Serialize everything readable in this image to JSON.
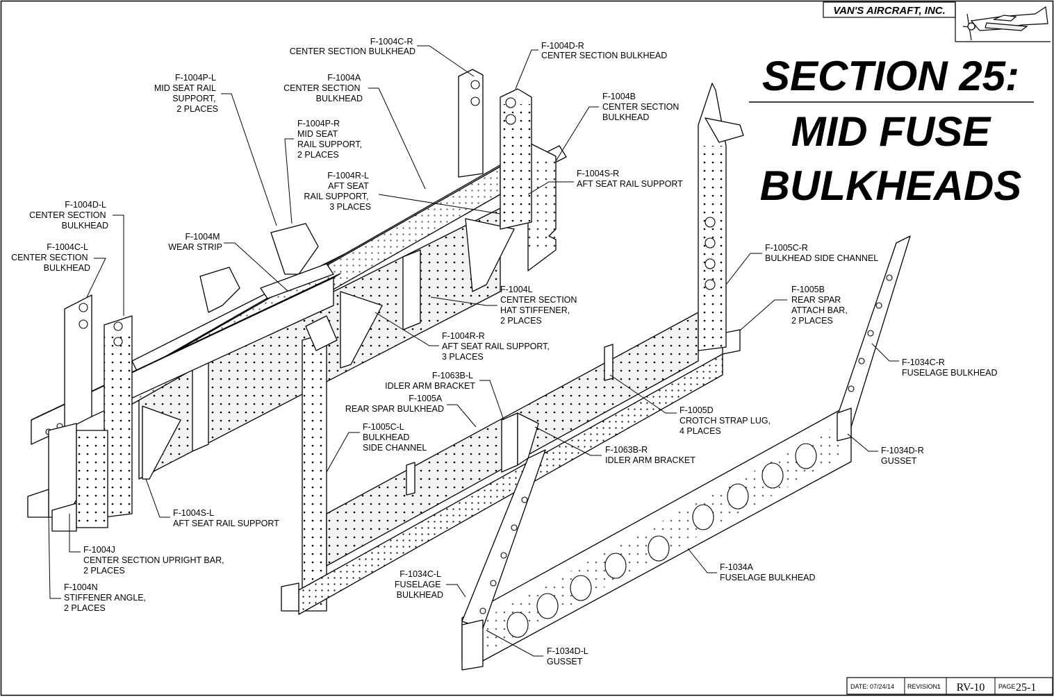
{
  "company": "VAN'S AIRCRAFT, INC.",
  "title": {
    "line1": "SECTION 25:",
    "line2": "MID FUSE",
    "line3": "BULKHEADS"
  },
  "title_block": {
    "date_label": "DATE:",
    "date": "07/24/14",
    "revision_label": "REVISION:",
    "revision": "1",
    "model": "RV-10",
    "page_label": "PAGE",
    "page": "25-1"
  },
  "callouts": [
    {
      "part": "F-1004C-R",
      "lines": [
        "CENTER SECTION BULKHEAD"
      ]
    },
    {
      "part": "F-1004D-R",
      "lines": [
        "CENTER SECTION BULKHEAD"
      ]
    },
    {
      "part": "F-1004A",
      "lines": [
        "CENTER SECTION",
        "BULKHEAD"
      ]
    },
    {
      "part": "F-1004P-L",
      "lines": [
        "MID SEAT RAIL",
        "SUPPORT,",
        "2 PLACES"
      ]
    },
    {
      "part": "F-1004B",
      "lines": [
        "CENTER SECTION",
        "BULKHEAD"
      ]
    },
    {
      "part": "F-1004P-R",
      "lines": [
        "MID SEAT",
        "RAIL SUPPORT,",
        "2 PLACES"
      ]
    },
    {
      "part": "F-1004S-R",
      "lines": [
        "AFT SEAT RAIL SUPPORT"
      ]
    },
    {
      "part": "F-1004R-L",
      "lines": [
        "AFT SEAT",
        "RAIL SUPPORT,",
        "3 PLACES"
      ]
    },
    {
      "part": "F-1004D-L",
      "lines": [
        "CENTER SECTION",
        "BULKHEAD"
      ]
    },
    {
      "part": "F-1004M",
      "lines": [
        "WEAR STRIP"
      ]
    },
    {
      "part": "F-1004C-L",
      "lines": [
        "CENTER SECTION",
        "BULKHEAD"
      ]
    },
    {
      "part": "F-1005C-R",
      "lines": [
        "BULKHEAD SIDE CHANNEL"
      ]
    },
    {
      "part": "F-1005B",
      "lines": [
        "REAR SPAR",
        "ATTACH BAR,",
        "2 PLACES"
      ]
    },
    {
      "part": "F-1004L",
      "lines": [
        "CENTER SECTION",
        "HAT STIFFENER,",
        "2 PLACES"
      ]
    },
    {
      "part": "F-1004R-R",
      "lines": [
        "AFT SEAT RAIL SUPPORT,",
        "3 PLACES"
      ]
    },
    {
      "part": "F-1034C-R",
      "lines": [
        "FUSELAGE BULKHEAD"
      ]
    },
    {
      "part": "F-1063B-L",
      "lines": [
        "IDLER ARM BRACKET"
      ]
    },
    {
      "part": "F-1005A",
      "lines": [
        "REAR SPAR BULKHEAD"
      ]
    },
    {
      "part": "F-1005D",
      "lines": [
        "CROTCH STRAP LUG,",
        "4 PLACES"
      ]
    },
    {
      "part": "F-1005C-L",
      "lines": [
        "BULKHEAD",
        "SIDE CHANNEL"
      ]
    },
    {
      "part": "F-1063B-R",
      "lines": [
        "IDLER ARM BRACKET"
      ]
    },
    {
      "part": "F-1034D-R",
      "lines": [
        "GUSSET"
      ]
    },
    {
      "part": "F-1004S-L",
      "lines": [
        "AFT SEAT RAIL SUPPORT"
      ]
    },
    {
      "part": "F-1004J",
      "lines": [
        "CENTER SECTION UPRIGHT BAR,",
        "2 PLACES"
      ]
    },
    {
      "part": "F-1034A",
      "lines": [
        "FUSELAGE BULKHEAD"
      ]
    },
    {
      "part": "F-1034C-L",
      "lines": [
        "FUSELAGE",
        "BULKHEAD"
      ]
    },
    {
      "part": "F-1004N",
      "lines": [
        "STIFFENER ANGLE,",
        "2 PLACES"
      ]
    },
    {
      "part": "F-1034D-L",
      "lines": [
        "GUSSET"
      ]
    }
  ]
}
